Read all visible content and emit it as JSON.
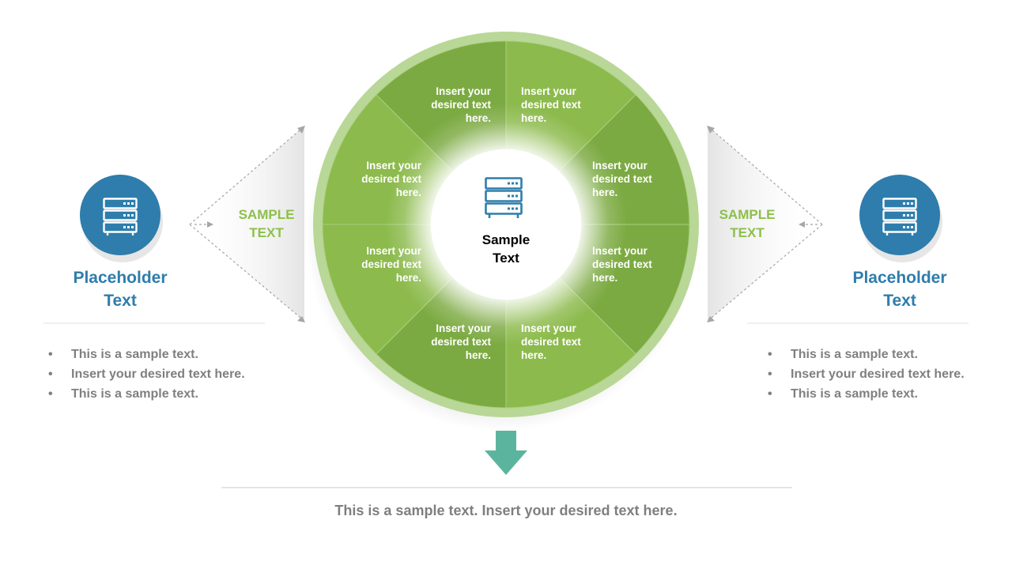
{
  "center": {
    "line1": "Sample",
    "line2": "Text"
  },
  "segments": [
    {
      "lines": [
        "Insert your",
        "desired text",
        "here."
      ]
    },
    {
      "lines": [
        "Insert your",
        "desired text",
        "here."
      ]
    },
    {
      "lines": [
        "Insert your",
        "desired text",
        "here."
      ]
    },
    {
      "lines": [
        "Insert your",
        "desired text",
        "here."
      ]
    },
    {
      "lines": [
        "Insert your",
        "desired text",
        "here."
      ]
    },
    {
      "lines": [
        "Insert your",
        "desired text",
        "here."
      ]
    },
    {
      "lines": [
        "Insert your",
        "desired text",
        "here."
      ]
    },
    {
      "lines": [
        "Insert your",
        "desired text",
        "here."
      ]
    }
  ],
  "left": {
    "title_line1": "Placeholder",
    "title_line2": "Text",
    "label_line1": "SAMPLE",
    "label_line2": "TEXT",
    "bullets": [
      "This is a sample text.",
      "Insert your desired text here.",
      "This is a sample text."
    ]
  },
  "right": {
    "title_line1": "Placeholder",
    "title_line2": "Text",
    "label_line1": "SAMPLE",
    "label_line2": "TEXT",
    "bullets": [
      "This is a sample text.",
      "Insert your desired text here.",
      "This is a sample text."
    ]
  },
  "footer": {
    "text": "This is a sample text. Insert your desired text here."
  },
  "icons": {
    "server": "server-rack-icon",
    "arrow": "arrow-down-icon"
  },
  "colors": {
    "green_light": "#8cba4c",
    "green_dark": "#7caa42",
    "green_ring": "#b9d797",
    "blue": "#2e7dac",
    "teal_arrow": "#5bb59e",
    "gray_text": "#7f7f7f"
  }
}
